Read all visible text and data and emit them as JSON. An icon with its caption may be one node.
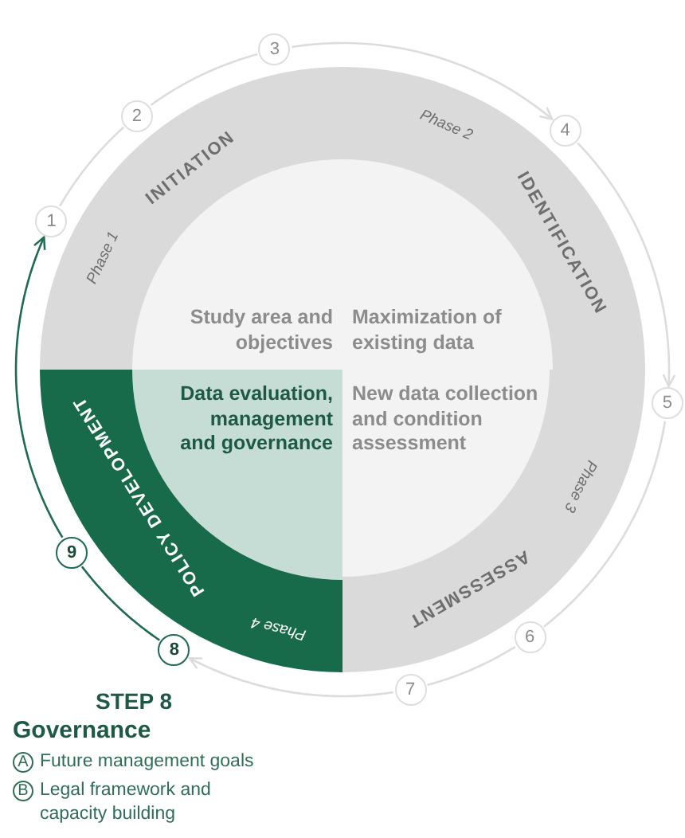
{
  "diagram": {
    "nodes": [
      {
        "text": [
          "Phase 1",
          "INITIATION"
        ]
      },
      {
        "text": [
          "Phase 2",
          "IDENTIFICATION"
        ]
      },
      {
        "text": [
          "Study area and objectives"
        ]
      },
      {
        "text": [
          "Maximization of existing data"
        ]
      },
      {
        "text": [
          "Phase 4",
          "POLICY DEVELOPMENT"
        ]
      },
      {
        "text": [
          "Data evaluation, management and governance"
        ]
      },
      {
        "text": [
          "New data collection and condition assessment"
        ]
      },
      {
        "text": [
          "Phase 3",
          "ASSESSMENT"
        ]
      },
      {
        "text": [
          "1"
        ]
      },
      {
        "text": [
          "2"
        ]
      },
      {
        "text": [
          "3"
        ]
      },
      {
        "text": [
          "4"
        ]
      },
      {
        "text": [
          "5"
        ]
      },
      {
        "text": [
          "6"
        ]
      },
      {
        "text": [
          "7"
        ]
      },
      {
        "text": [
          "8"
        ]
      },
      {
        "text": [
          "9"
        ]
      }
    ],
    "edges": [
      {
        "from": 8,
        "to": 9,
        "arrow": "none"
      },
      {
        "from": 9,
        "to": 10,
        "arrow": "none"
      },
      {
        "from": 10,
        "to": 11,
        "arrow": "to"
      },
      {
        "from": 11,
        "to": 12,
        "arrow": "to"
      },
      {
        "from": 12,
        "to": 13,
        "arrow": "none"
      },
      {
        "from": 13,
        "to": 14,
        "arrow": "none"
      },
      {
        "from": 14,
        "to": 15,
        "arrow": "to"
      },
      {
        "from": 15,
        "to": 16,
        "arrow": "none",
        "color": "#1e6b4f"
      },
      {
        "from": 16,
        "to": 8,
        "arrow": "to",
        "color": "#1e6b4f"
      }
    ],
    "labels": [
      "STEP 8",
      "Governance",
      "A",
      "Future management goals",
      "B",
      "Legal framework and capacity building"
    ]
  }
}
